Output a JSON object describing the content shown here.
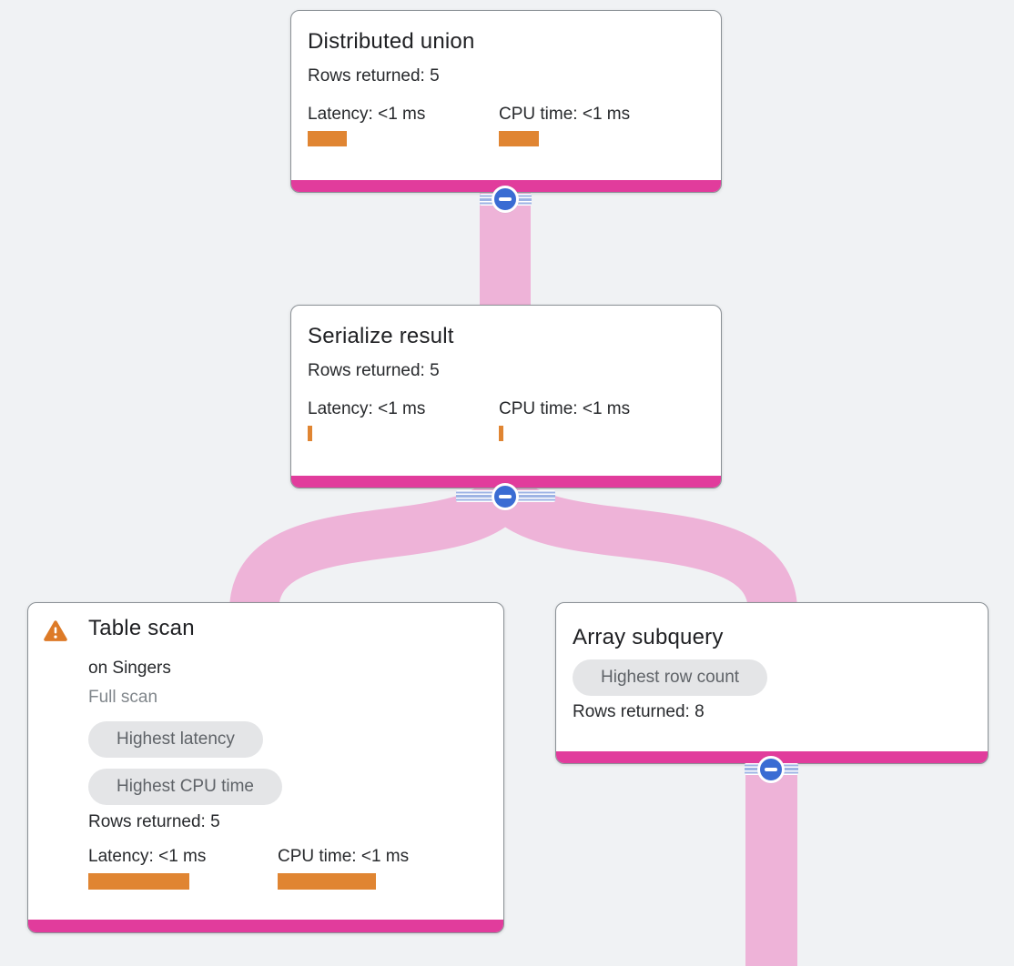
{
  "colors": {
    "bg": "#f0f2f4",
    "text": "#202124",
    "accent": "#e13c9c",
    "edge": "#eeb3d8",
    "bar": "#e08532",
    "warning": "#dd7a27",
    "collapse": "#3a6cd3",
    "stripe": "#9db3e4",
    "pillbg": "#e4e5e7",
    "pilltext": "#5f6368",
    "note": "#80868b"
  },
  "icons": {
    "collapse": "minus-in-circle",
    "warning": "warning-triangle"
  },
  "nodes": [
    {
      "key": "distributed-union",
      "title": "Distributed union",
      "rows": "Rows returned: 5",
      "latency_label": "Latency: <1 ms",
      "cpu_label": "CPU time: <1 ms",
      "latency_bar": 43,
      "cpu_bar": 44
    },
    {
      "key": "serialize-result",
      "title": "Serialize result",
      "rows": "Rows returned: 5",
      "latency_label": "Latency: <1 ms",
      "cpu_label": "CPU time: <1 ms",
      "latency_bar": 5,
      "cpu_bar": 5
    },
    {
      "key": "table-scan",
      "title": "Table scan",
      "has_warning": true,
      "subtitle": "on Singers",
      "note": "Full scan",
      "pills": [
        "Highest latency",
        "Highest CPU time"
      ],
      "rows": "Rows returned: 5",
      "latency_label": "Latency: <1 ms",
      "cpu_label": "CPU time: <1 ms",
      "latency_bar": 111,
      "cpu_bar": 108
    },
    {
      "key": "array-subquery",
      "title": "Array subquery",
      "pills": [
        "Highest row count"
      ],
      "rows": "Rows returned: 8"
    }
  ]
}
